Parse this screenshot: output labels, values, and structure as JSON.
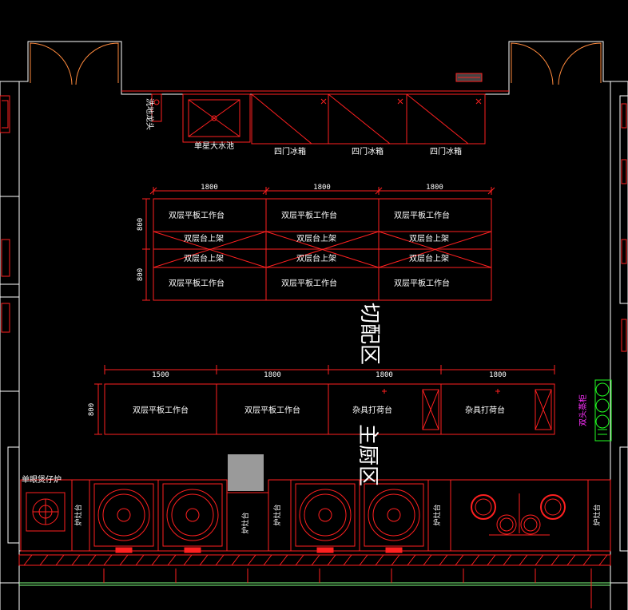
{
  "colors": {
    "background": "#000000",
    "wall": "#ffffff",
    "equipment": "#ff2020",
    "door": "#ff8a3d",
    "label": "#ffffff",
    "accent_green": "#22ff22",
    "accent_magenta": "#ff30ff",
    "equipment_gray": "#9a9a9a"
  },
  "zones": {
    "prep_zone": "切配区",
    "main_kitchen": "主厨区"
  },
  "top_row": {
    "floor_drain": "洗地龙头",
    "sink": "单星大水池",
    "fridges": [
      "四门冰箱",
      "四门冰箱",
      "四门冰箱"
    ]
  },
  "prep_tables": {
    "dims_top": [
      "1800",
      "1800",
      "1800"
    ],
    "dims_side": [
      "800",
      "800"
    ],
    "top_row": [
      "双层平板工作台",
      "双层平板工作台",
      "双层平板工作台"
    ],
    "shelf_row_1": [
      "双层台上架",
      "双层台上架",
      "双层台上架"
    ],
    "shelf_row_2": [
      "双层台上架",
      "双层台上架",
      "双层台上架"
    ],
    "bottom_row": [
      "双层平板工作台",
      "双层平板工作台",
      "双层平板工作台"
    ]
  },
  "main_tables": {
    "dims_top": [
      "1500",
      "1800",
      "1800",
      "1800"
    ],
    "dims_side": "800",
    "labels": [
      "双层平板工作台",
      "双层平板工作台",
      "杂具打荷台",
      "杂具打荷台"
    ]
  },
  "right_side": {
    "label": "双头蒸柜"
  },
  "stove_row": {
    "single_burner": "单眼煲仔炉",
    "stove_tops": [
      "炉灶台",
      "炉灶台",
      "炉灶台",
      "炉灶台",
      "炉灶台"
    ]
  }
}
